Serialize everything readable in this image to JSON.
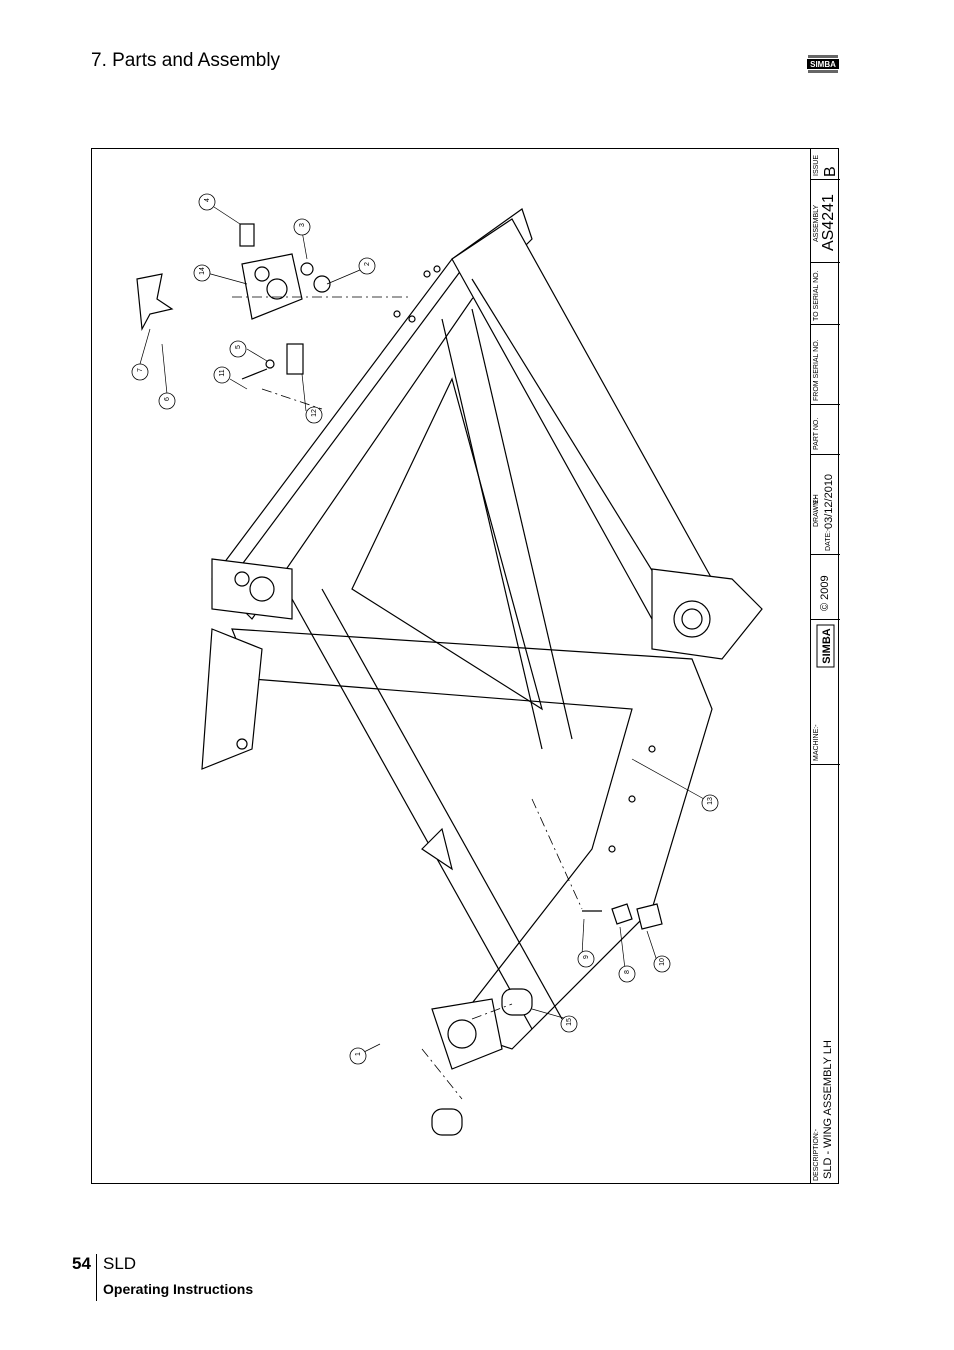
{
  "header": {
    "title": "7. Parts and Assembly",
    "logo_text": "SIMBA"
  },
  "title_block": {
    "description_label": "DESCRIPTION:-",
    "description": "SLD - WING ASSEMBLY LH",
    "machine_label": "MACHINE:-",
    "copyright": "© 2009",
    "drawn_label": "DRAWN:-",
    "drawn_by": "EH",
    "date_label": "DATE:-",
    "date": "03/12/2010",
    "part_no_label": "PART NO.",
    "from_serial_label": "FROM SERIAL NO.",
    "to_serial_label": "TO SERIAL NO.",
    "assembly_label": "ASSEMBLY",
    "assembly_no": "AS4241",
    "issue_label": "ISSUE",
    "issue": "B"
  },
  "callouts": [
    "1",
    "2",
    "3",
    "4",
    "5",
    "6",
    "7",
    "8",
    "9",
    "10",
    "11",
    "12",
    "13",
    "14",
    "15"
  ],
  "footer": {
    "page_number": "54",
    "model": "SLD",
    "subtitle": "Operating Instructions"
  }
}
